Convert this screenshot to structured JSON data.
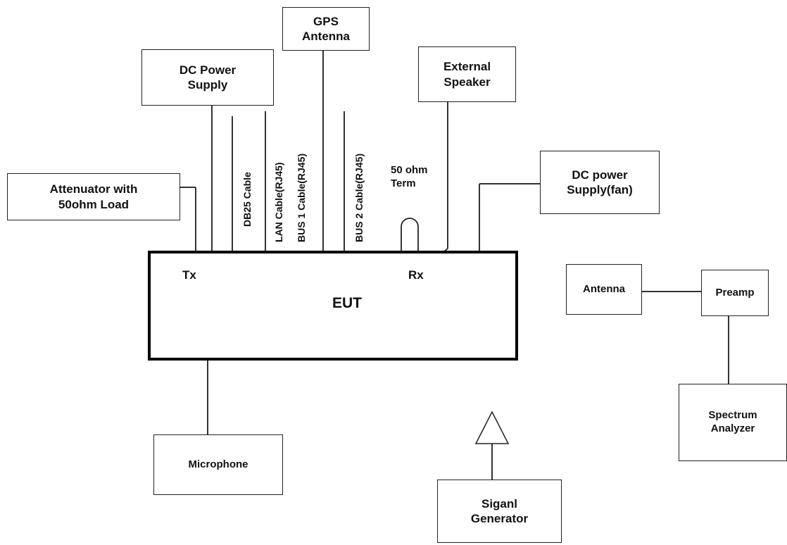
{
  "diagram": {
    "eut": {
      "label": "EUT",
      "tx_label": "Tx",
      "rx_label": "Rx"
    },
    "boxes": {
      "gps_antenna": "GPS\nAntenna",
      "dc_power_supply": "DC Power\nSupply",
      "external_speaker": "External\nSpeaker",
      "attenuator": "Attenuator with\n50ohm Load",
      "dc_power_supply_fan": "DC power\nSupply(fan)",
      "antenna": "Antenna",
      "preamp": "Preamp",
      "spectrum_analyzer": "Spectrum\nAnalyzer",
      "microphone": "Microphone",
      "signal_generator": "Siganl\nGenerator"
    },
    "cables": {
      "db25": "DB25 Cable",
      "lan": "LAN Cable(RJ45)",
      "bus1": "BUS 1 Cable(RJ45)",
      "bus2": "BUS 2 Cable(RJ45)"
    },
    "term_label": "50 ohm\nTerm"
  }
}
